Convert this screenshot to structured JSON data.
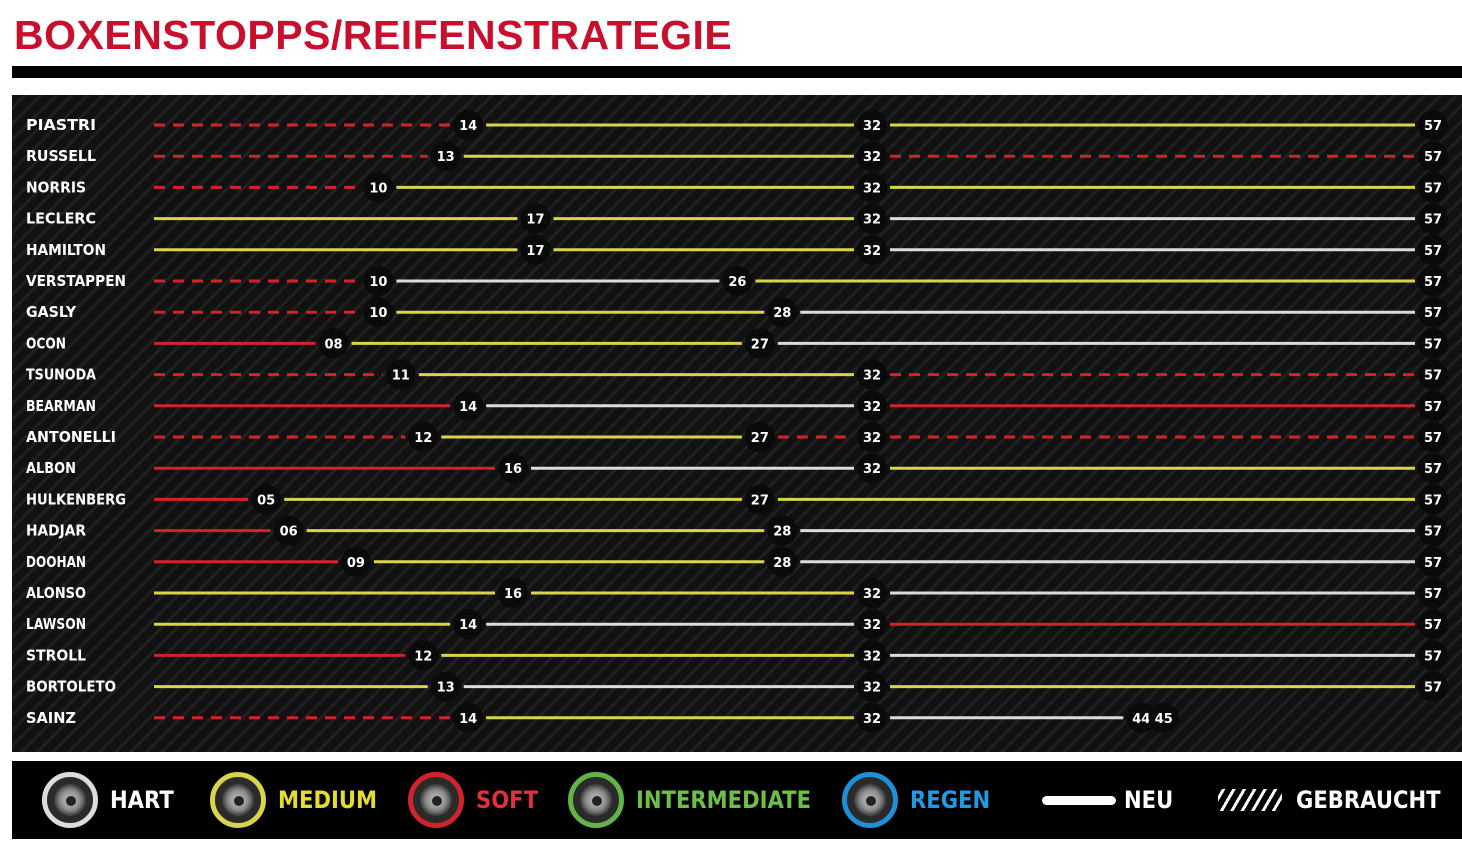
{
  "title": "BOXENSTOPPS/REIFENSTRATEGIE",
  "colors": {
    "hard": "#dcdcdc",
    "medium": "#d9d44a",
    "soft": "#d2232a",
    "intermediate": "#62b446",
    "wet": "#1f8fd6"
  },
  "legend": {
    "hard": {
      "label": "HART",
      "icon": "hard-tyre-icon"
    },
    "medium": {
      "label": "MEDIUM",
      "icon": "medium-tyre-icon"
    },
    "soft": {
      "label": "SOFT",
      "icon": "soft-tyre-icon"
    },
    "intermediate": {
      "label": "INTERMEDIATE",
      "icon": "intermediate-tyre-icon"
    },
    "wet": {
      "label": "REGEN",
      "icon": "wet-tyre-icon"
    },
    "new": {
      "label": "NEU",
      "icon": "solid-line-icon"
    },
    "used": {
      "label": "GEBRAUCHT",
      "icon": "hatched-line-icon"
    }
  },
  "chart_data": {
    "type": "stint-timeline",
    "x_unit": "lap",
    "xlim": [
      0,
      57
    ],
    "drivers": [
      {
        "name": "PIASTRI",
        "stints": [
          {
            "end": 14,
            "compound": "soft",
            "used": true
          },
          {
            "end": 32,
            "compound": "medium",
            "used": false
          },
          {
            "end": 57,
            "compound": "medium",
            "used": false
          }
        ]
      },
      {
        "name": "RUSSELL",
        "stints": [
          {
            "end": 13,
            "compound": "soft",
            "used": true
          },
          {
            "end": 32,
            "compound": "medium",
            "used": false
          },
          {
            "end": 57,
            "compound": "soft",
            "used": true
          }
        ]
      },
      {
        "name": "NORRIS",
        "stints": [
          {
            "end": 10,
            "compound": "soft",
            "used": true
          },
          {
            "end": 32,
            "compound": "medium",
            "used": false
          },
          {
            "end": 57,
            "compound": "medium",
            "used": false
          }
        ]
      },
      {
        "name": "LECLERC",
        "stints": [
          {
            "end": 17,
            "compound": "medium",
            "used": false
          },
          {
            "end": 32,
            "compound": "medium",
            "used": false
          },
          {
            "end": 57,
            "compound": "hard",
            "used": false
          }
        ]
      },
      {
        "name": "HAMILTON",
        "stints": [
          {
            "end": 17,
            "compound": "medium",
            "used": false
          },
          {
            "end": 32,
            "compound": "medium",
            "used": false
          },
          {
            "end": 57,
            "compound": "hard",
            "used": false
          }
        ]
      },
      {
        "name": "VERSTAPPEN",
        "stints": [
          {
            "end": 10,
            "compound": "soft",
            "used": true
          },
          {
            "end": 26,
            "compound": "hard",
            "used": false
          },
          {
            "end": 57,
            "compound": "medium",
            "used": false
          }
        ]
      },
      {
        "name": "GASLY",
        "stints": [
          {
            "end": 10,
            "compound": "soft",
            "used": true
          },
          {
            "end": 28,
            "compound": "medium",
            "used": false
          },
          {
            "end": 57,
            "compound": "hard",
            "used": false
          }
        ]
      },
      {
        "name": "OCON",
        "stints": [
          {
            "end": 8,
            "label": "08",
            "compound": "soft",
            "used": false
          },
          {
            "end": 27,
            "compound": "medium",
            "used": false
          },
          {
            "end": 57,
            "compound": "hard",
            "used": false
          }
        ]
      },
      {
        "name": "TSUNODA",
        "stints": [
          {
            "end": 11,
            "compound": "soft",
            "used": true
          },
          {
            "end": 32,
            "compound": "medium",
            "used": false
          },
          {
            "end": 57,
            "compound": "soft",
            "used": true
          }
        ]
      },
      {
        "name": "BEARMAN",
        "stints": [
          {
            "end": 14,
            "compound": "soft",
            "used": false
          },
          {
            "end": 32,
            "compound": "hard",
            "used": false
          },
          {
            "end": 57,
            "compound": "soft",
            "used": false
          }
        ]
      },
      {
        "name": "ANTONELLI",
        "stints": [
          {
            "end": 12,
            "compound": "soft",
            "used": true
          },
          {
            "end": 27,
            "compound": "medium",
            "used": false
          },
          {
            "end": 32,
            "compound": "soft",
            "used": true
          },
          {
            "end": 57,
            "compound": "soft",
            "used": true
          }
        ]
      },
      {
        "name": "ALBON",
        "stints": [
          {
            "end": 16,
            "compound": "soft",
            "used": false
          },
          {
            "end": 32,
            "compound": "hard",
            "used": false
          },
          {
            "end": 57,
            "compound": "medium",
            "used": false
          }
        ]
      },
      {
        "name": "HULKENBERG",
        "stints": [
          {
            "end": 5,
            "label": "05",
            "compound": "soft",
            "used": false
          },
          {
            "end": 27,
            "compound": "medium",
            "used": false
          },
          {
            "end": 57,
            "compound": "medium",
            "used": false
          }
        ]
      },
      {
        "name": "HADJAR",
        "stints": [
          {
            "end": 6,
            "label": "06",
            "compound": "soft",
            "used": false
          },
          {
            "end": 28,
            "compound": "medium",
            "used": false
          },
          {
            "end": 57,
            "compound": "hard",
            "used": false
          }
        ]
      },
      {
        "name": "DOOHAN",
        "stints": [
          {
            "end": 9,
            "label": "09",
            "compound": "soft",
            "used": false
          },
          {
            "end": 28,
            "compound": "medium",
            "used": false
          },
          {
            "end": 57,
            "compound": "hard",
            "used": false
          }
        ]
      },
      {
        "name": "ALONSO",
        "stints": [
          {
            "end": 16,
            "compound": "medium",
            "used": false
          },
          {
            "end": 32,
            "compound": "medium",
            "used": false
          },
          {
            "end": 57,
            "compound": "hard",
            "used": false
          }
        ]
      },
      {
        "name": "LAWSON",
        "stints": [
          {
            "end": 14,
            "compound": "medium",
            "used": false
          },
          {
            "end": 32,
            "compound": "hard",
            "used": false
          },
          {
            "end": 57,
            "compound": "soft",
            "used": false
          }
        ]
      },
      {
        "name": "STROLL",
        "stints": [
          {
            "end": 12,
            "compound": "soft",
            "used": false
          },
          {
            "end": 32,
            "compound": "medium",
            "used": false
          },
          {
            "end": 57,
            "compound": "hard",
            "used": false
          }
        ]
      },
      {
        "name": "BORTOLETO",
        "stints": [
          {
            "end": 13,
            "compound": "medium",
            "used": false
          },
          {
            "end": 32,
            "compound": "hard",
            "used": false
          },
          {
            "end": 57,
            "compound": "medium",
            "used": false
          }
        ]
      },
      {
        "name": "SAINZ",
        "stints": [
          {
            "end": 14,
            "compound": "soft",
            "used": true
          },
          {
            "end": 32,
            "compound": "medium",
            "used": false
          },
          {
            "end": 44,
            "compound": "hard",
            "used": false
          },
          {
            "end": 45,
            "compound": "soft",
            "used": true
          }
        ]
      }
    ]
  }
}
